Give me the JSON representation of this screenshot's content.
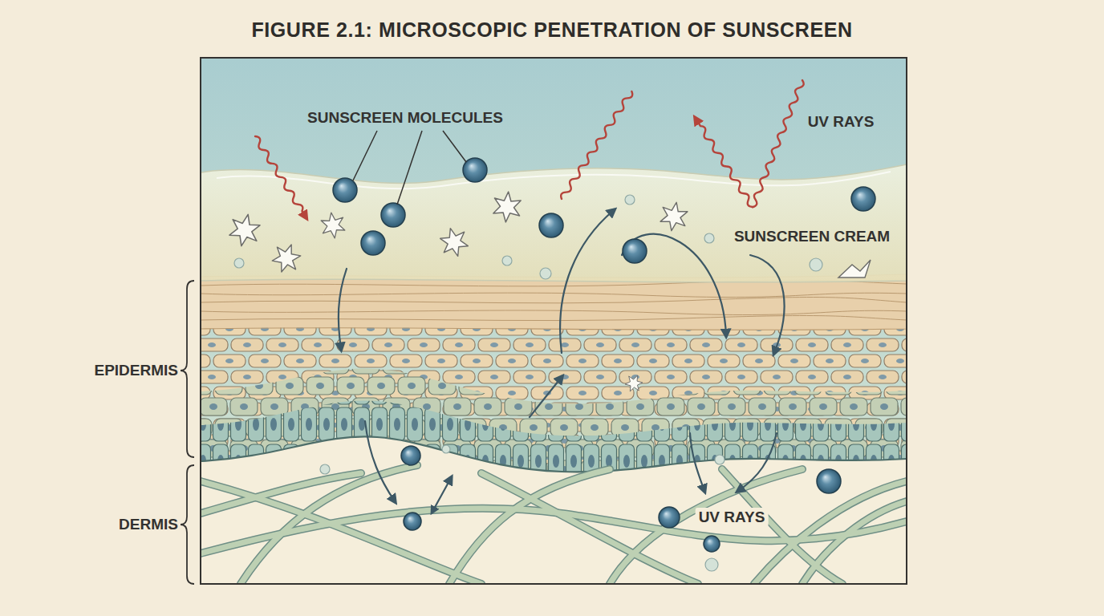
{
  "diagram": {
    "title": "FIGURE 2.1: MICROSCOPIC PENETRATION OF SUNSCREEN",
    "labels": [
      "SUNSCREEN MOLECULES",
      "UV RAYS",
      "SUNSCREEN CREAM",
      "EPIDERMIS",
      "DERMIS",
      "UV RAYS"
    ]
  }
}
